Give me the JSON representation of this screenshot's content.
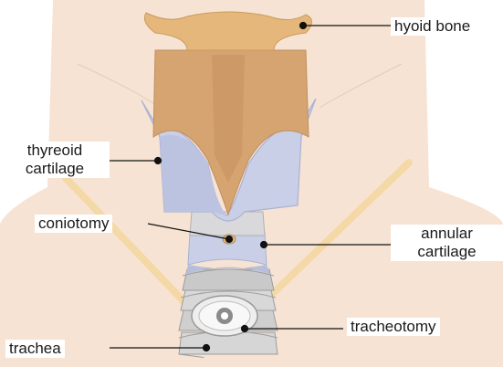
{
  "labels": {
    "hyoid_bone": "hyoid bone",
    "thyreoid_line1": "thyreoid",
    "thyreoid_line2": "cartilage",
    "coniotomy": "coniotomy",
    "annular_line1": "annular",
    "annular_line2": "cartilage",
    "tracheotomy": "tracheotomy",
    "trachea": "trachea"
  },
  "colors": {
    "skin": "#f6e3d4",
    "skin_shadow": "#ecd3c0",
    "hyoid": "#e6b77a",
    "thyroid_upper": "#d6a470",
    "cartilage": "#c9cfe6",
    "cartilage_dark": "#aab3d3",
    "ring": "#cfcfcf",
    "ring_dark": "#a9a9a9",
    "incision_band": "#f4d9a6",
    "leader": "#111111"
  }
}
